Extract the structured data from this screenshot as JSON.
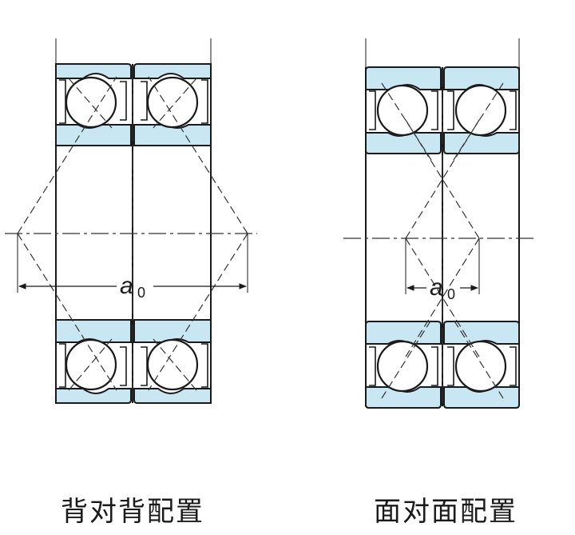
{
  "colors": {
    "ring_fill": "#c9e6f3",
    "line": "#1a1a1a",
    "background": "#ffffff"
  },
  "left_arrangement": {
    "caption": "背对背配置",
    "dimension_label": "a",
    "dimension_subscript": "0"
  },
  "right_arrangement": {
    "caption": "面对面配置",
    "dimension_label": "a",
    "dimension_subscript": "0"
  }
}
